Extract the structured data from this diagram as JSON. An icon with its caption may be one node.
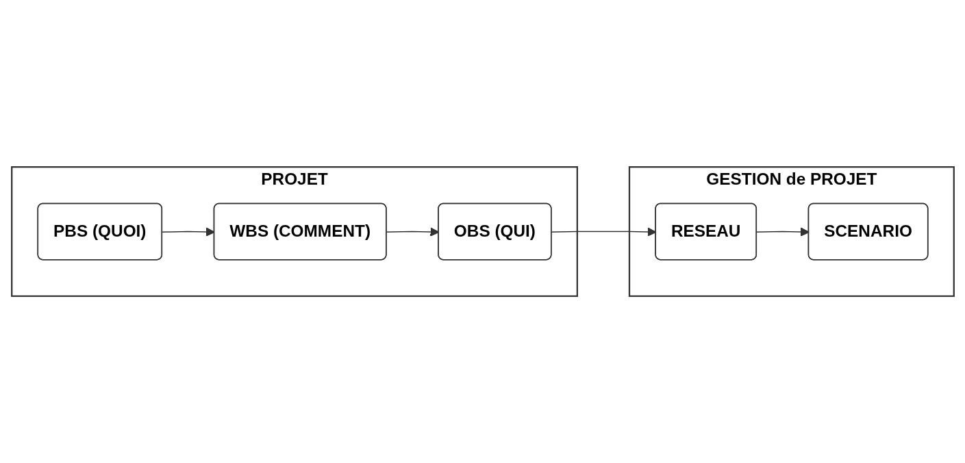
{
  "diagram": {
    "nodes": [
      {
        "text": [
          "PROJET"
        ]
      },
      {
        "text": [
          "PBS (QUOI)"
        ],
        "in": 0
      },
      {
        "text": [
          "WBS (COMMENT)"
        ],
        "in": 0
      },
      {
        "text": [
          "OBS (QUI)"
        ],
        "in": 0
      },
      {
        "text": [
          "GESTION de PROJET"
        ]
      },
      {
        "text": [
          "RESEAU"
        ],
        "in": 4
      },
      {
        "text": [
          "SCENARIO"
        ],
        "in": 4
      }
    ],
    "edges": [
      {
        "from": 1,
        "to": 2,
        "arrow": "to"
      },
      {
        "from": 2,
        "to": 3,
        "arrow": "to"
      },
      {
        "from": 3,
        "to": 5,
        "arrow": "to"
      },
      {
        "from": 5,
        "to": 6,
        "arrow": "to"
      }
    ]
  }
}
